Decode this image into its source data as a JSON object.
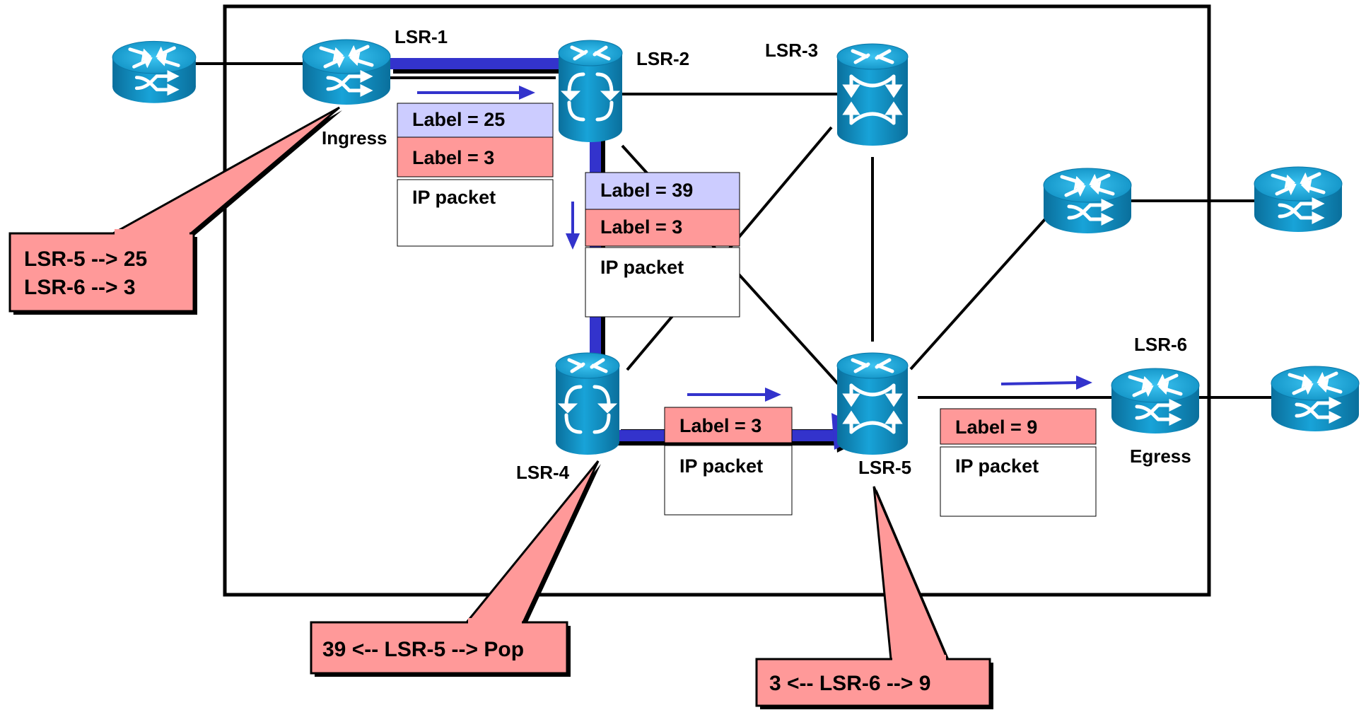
{
  "nodes": {
    "lsr1": "LSR-1",
    "lsr2": "LSR-2",
    "lsr3": "LSR-3",
    "lsr4": "LSR-4",
    "lsr5": "LSR-5",
    "lsr6": "LSR-6",
    "ingress": "Ingress",
    "egress": "Egress"
  },
  "packets": {
    "p1": {
      "label_top": "Label = 25",
      "label_mid": "Label = 3",
      "payload": "IP packet"
    },
    "p2": {
      "label_top": "Label = 39",
      "label_mid": "Label = 3",
      "payload": "IP packet"
    },
    "p3": {
      "label_mid": "Label = 3",
      "payload": "IP packet"
    },
    "p4": {
      "label_mid": "Label = 9",
      "payload": "IP packet"
    }
  },
  "callouts": {
    "ingress_line1": "LSR-5 --> 25",
    "ingress_line2": "LSR-6 --> 3",
    "lsr4": "39 <-- LSR-5 --> Pop",
    "lsr5": "3 <-- LSR-6 --> 9"
  },
  "colors": {
    "router_blue": "#0f8fc2",
    "path_blue": "#3333cc",
    "label_blue": "#ccccff",
    "label_red": "#ff9999"
  }
}
